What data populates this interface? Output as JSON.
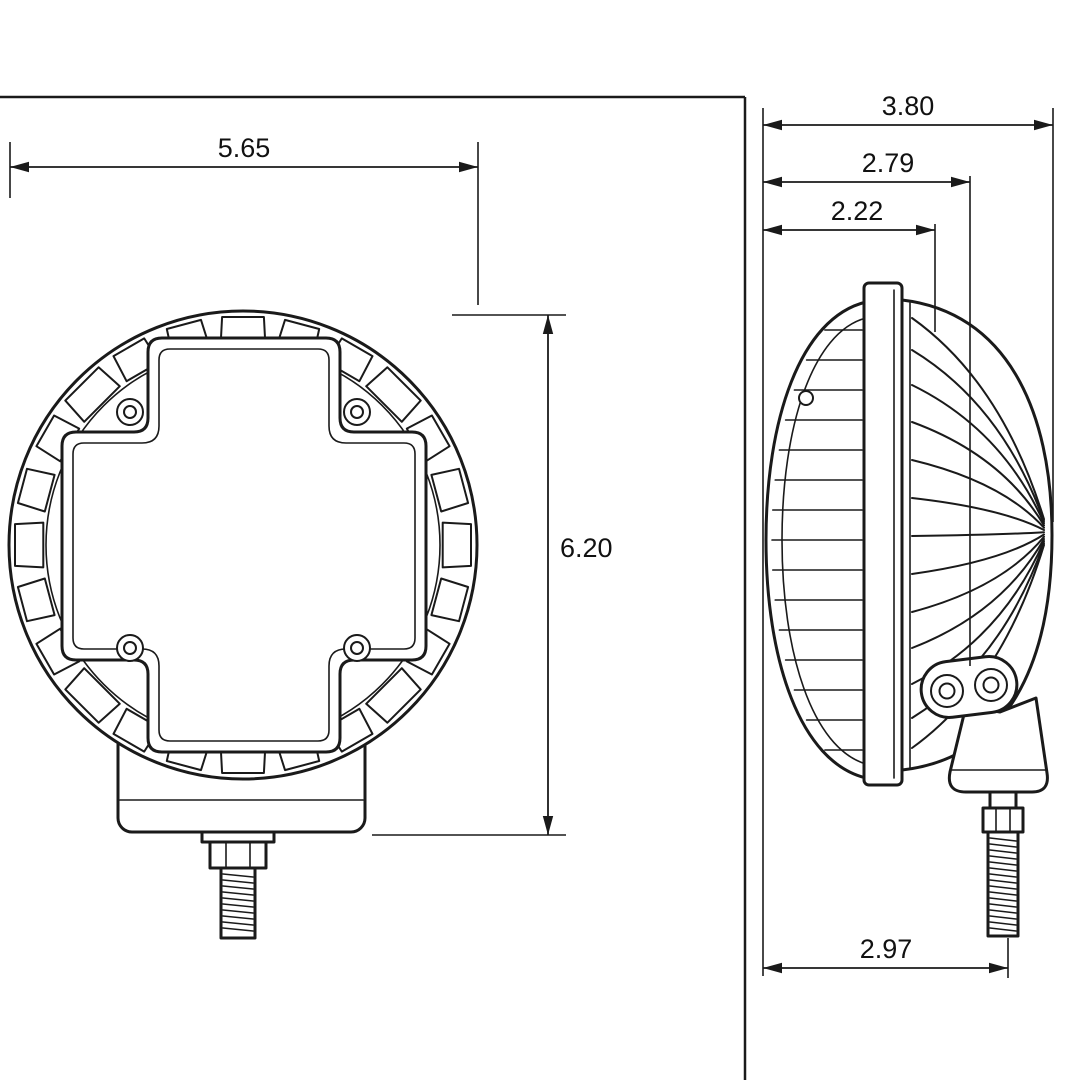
{
  "drawing": {
    "front_view": {
      "width": "5.65",
      "height": "6.20"
    },
    "side_view": {
      "overall_depth": "3.80",
      "pivot_depth": "2.79",
      "body_depth": "2.22",
      "stud_depth": "2.97"
    }
  }
}
